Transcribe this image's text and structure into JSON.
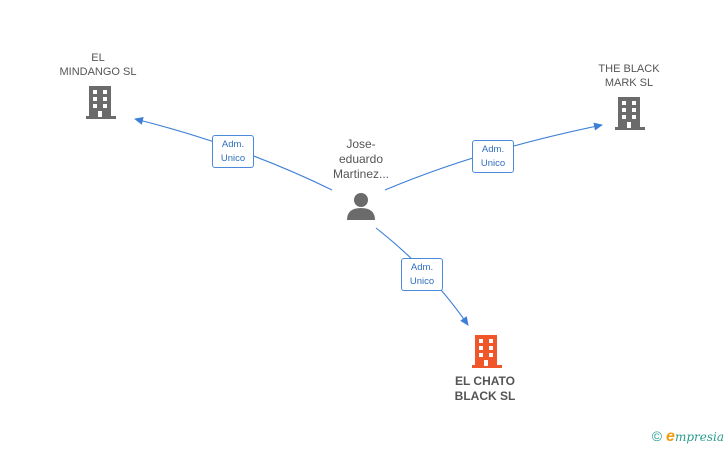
{
  "nodes": {
    "el_mindango": {
      "label_line1": "EL",
      "label_line2": "MINDANGO SL",
      "color": "#6b6b6b"
    },
    "the_black_mark": {
      "label_line1": "THE BLACK",
      "label_line2": "MARK SL",
      "color": "#6b6b6b"
    },
    "el_chato_black": {
      "label_line1": "EL CHATO",
      "label_line2": "BLACK SL",
      "color": "#f0562a"
    },
    "person": {
      "name_line1": "Jose-",
      "name_line2": "eduardo",
      "name_line3": "Martinez...",
      "color": "#6b6b6b"
    }
  },
  "relations": [
    {
      "id": "rel-mindango",
      "line1": "Adm.",
      "line2": "Unico"
    },
    {
      "id": "rel-black-mark",
      "line1": "Adm.",
      "line2": "Unico"
    },
    {
      "id": "rel-chato",
      "line1": "Adm.",
      "line2": "Unico"
    }
  ],
  "colors": {
    "edge": "#3d7fd6",
    "badge_border": "#4a8ad8",
    "text": "#555555"
  },
  "footer": {
    "copyright": "©",
    "brand_initial": "e",
    "brand_rest": "mpresia"
  }
}
